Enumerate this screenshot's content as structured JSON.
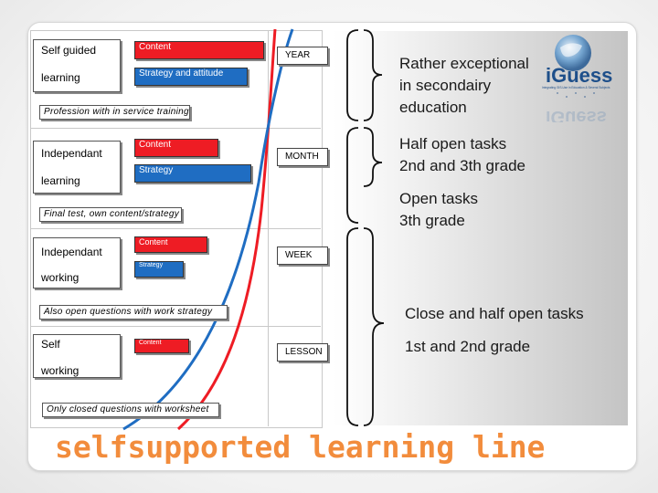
{
  "title": "selfsupported learning line",
  "levels": [
    {
      "left_label_1": "Self guided",
      "left_label_2": "learning",
      "red_label": "Content",
      "blue_label": "Strategy and attitude",
      "banner": "Profession with in service training",
      "time": "YEAR"
    },
    {
      "left_label_1": "Independant",
      "left_label_2": "learning",
      "red_label": "Content",
      "blue_label": "Strategy",
      "banner": "Final test, own content/strategy",
      "time": "MONTH"
    },
    {
      "left_label_1": "Independant",
      "left_label_2": "working",
      "red_label": "Content",
      "blue_label": "Strategy",
      "banner": "Also open questions with work strategy",
      "time": "WEEK"
    },
    {
      "left_label_1": "Self",
      "left_label_2": "working",
      "red_label": "Content",
      "blue_label": "",
      "banner": "Only closed questions with worksheet",
      "time": "LESSON"
    }
  ],
  "right": {
    "group1": [
      "Rather exceptional",
      "in secondairy",
      "education"
    ],
    "group2": [
      "Half open tasks",
      "2nd and 3th grade"
    ],
    "group3": [
      "Open tasks",
      "3th grade"
    ],
    "group4": [
      "Close and half open tasks"
    ],
    "group5": [
      "1st and 2nd grade"
    ]
  },
  "logo": {
    "name": "iGuess",
    "tagline": "Integrating GIS-Use in Education & Several Subjects"
  },
  "colors": {
    "red": "#ee1c24",
    "blue": "#1f6dc2",
    "title_orange": "#f28c3c"
  }
}
